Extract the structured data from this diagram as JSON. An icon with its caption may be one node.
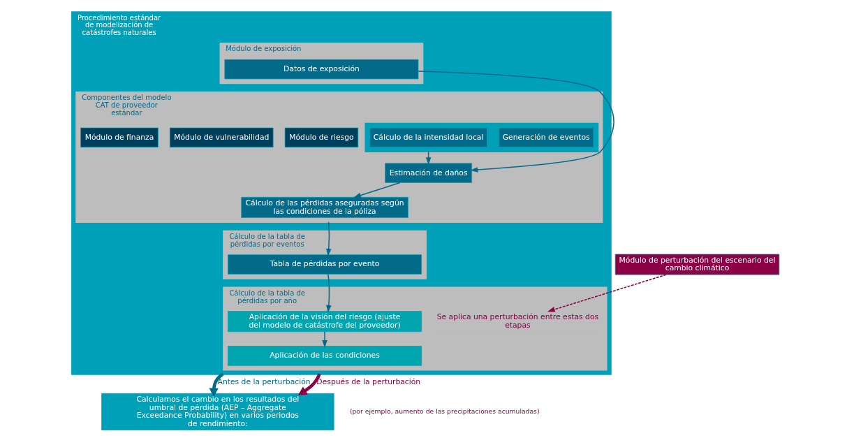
{
  "diagram": {
    "nodes": [
      {
        "text": [
          "Procedimiento estándar de modelización de catástrofes naturales"
        ]
      },
      {
        "text": [
          "Módulo de exposición"
        ],
        "in": 0
      },
      {
        "text": [
          "Datos de exposición"
        ],
        "in": 1
      },
      {
        "text": [
          "Componentes del modelo CAT de proveedor estándar"
        ],
        "in": 0
      },
      {
        "text": [
          "Módulo de riesgo"
        ],
        "in": 3
      },
      {
        "text": [],
        "shape": "box",
        "in": 3
      },
      {
        "text": [
          "Generación de eventos"
        ],
        "in": 5
      },
      {
        "text": [
          "Cálculo de la intensidad local"
        ],
        "in": 5
      },
      {
        "text": [
          "Módulo de vulnerabilidad"
        ],
        "in": 3
      },
      {
        "text": [
          "Estimación de daños"
        ],
        "in": 3
      },
      {
        "text": [
          "Módulo de finanza"
        ],
        "in": 3
      },
      {
        "text": [
          "Cálculo de las pérdidas aseguradas según las condiciones de la póliza"
        ],
        "in": 3
      },
      {
        "text": [
          "Cálculo de la tabla de pérdidas por eventos"
        ],
        "in": 0
      },
      {
        "text": [
          "Tabla de pérdidas por evento"
        ],
        "in": 12
      },
      {
        "text": [
          "Cálculo de la tabla de pérdidas por año"
        ],
        "in": 0
      },
      {
        "text": [
          "Aplicación de la visión del riesgo (ajuste del modelo de catástrofe del proveedor)"
        ],
        "in": 14
      },
      {
        "text": [
          "Se aplica una perturbación entre estas dos etapas"
        ],
        "in": 14
      },
      {
        "text": [
          "Aplicación de las condiciones"
        ],
        "in": 14
      },
      {
        "text": [
          "Módulo de perturbación del escenario del cambio climático"
        ]
      },
      {
        "text": [
          "Calculamos el cambio en los resultados del umbral de pérdida (AEP – Aggregate Exceedance Probability) en varios periodos de rendimiento:"
        ]
      }
    ],
    "edges": [
      {
        "from": 2,
        "to": 9,
        "arrow": "to"
      },
      {
        "from": 5,
        "to": 9,
        "arrow": "to"
      },
      {
        "from": 9,
        "to": 11,
        "arrow": "to"
      },
      {
        "from": 3,
        "to": 13,
        "arrow": "to"
      },
      {
        "from": 13,
        "to": 15,
        "arrow": "to"
      },
      {
        "from": 15,
        "to": 17,
        "arrow": "to"
      },
      {
        "from": 18,
        "to": 16,
        "arrow": "to",
        "style": "dashed",
        "color": "#8c0045"
      },
      {
        "from": 0,
        "to": 19,
        "arrow": "to",
        "label": "Antes de la perturbación",
        "style": "thick"
      },
      {
        "from": 0,
        "to": 19,
        "arrow": "to",
        "label": "Después de la perturbación",
        "style": "thick",
        "color": "#8c0045"
      }
    ],
    "labels": [
      "(por ejemplo, aumento de las precipitaciones acumuladas)"
    ]
  }
}
